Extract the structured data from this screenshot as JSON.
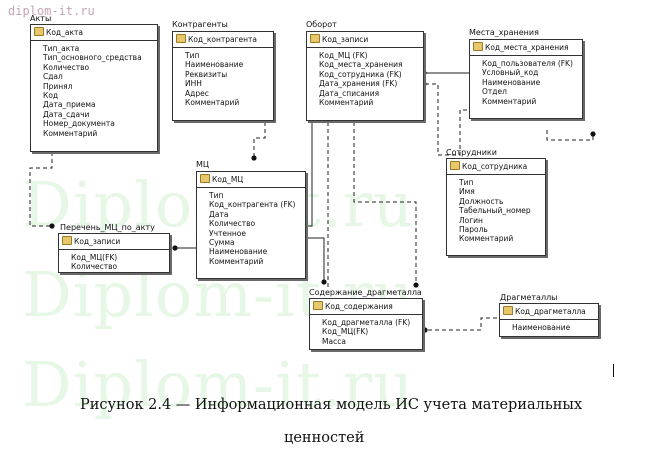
{
  "watermark": {
    "small": "diplom-it.ru",
    "big": [
      "Diplom-it.ru",
      "Diplom-it.ru",
      "Diplom-it.ru"
    ]
  },
  "entities": {
    "akty": {
      "title": "Акты",
      "pk": "Код_акта",
      "attrs": [
        "Тип_акта",
        "Тип_основного_средства",
        "Количество",
        "Сдал",
        "Принял",
        "Код",
        "Дата_приема",
        "Дата_сдачи",
        "Номер_документа",
        "Комментарий"
      ]
    },
    "kontragenty": {
      "title": "Контрагенты",
      "pk": "Код_контрагента",
      "attrs": [
        "Тип",
        "Наименование",
        "Реквизиты",
        "ИНН",
        "Адрес",
        "Комментарий"
      ]
    },
    "oborot": {
      "title": "Оборот",
      "pk": "Код_записи",
      "attrs": [
        "Код_МЦ (FK)",
        "Код_места_хранения",
        "Код_сотрудника (FK)",
        "Дата_хранения (FK)",
        "Дата_списания",
        "Комментарий"
      ]
    },
    "mesta": {
      "title": "Места_хранения",
      "pk": "Код_места_хранения",
      "attrs": [
        "Код_пользователя (FK)",
        "Условный_код",
        "Наименование",
        "Отдел",
        "Комментарий"
      ]
    },
    "mc": {
      "title": "МЦ",
      "pk": "Код_МЦ",
      "attrs": [
        "Тип",
        "Код_контрагента (FK)",
        "Дата",
        "Количество",
        "Учтенное",
        "Сумма",
        "Наименование",
        "Комментарий"
      ]
    },
    "sotrudniki": {
      "title": "Сотрудники",
      "pk": "Код_сотрудника",
      "attrs": [
        "Тип",
        "Имя",
        "Должность",
        "Табельный_номер",
        "Логин",
        "Пароль",
        "Комментарий"
      ]
    },
    "perechen": {
      "title": "Перечень_МЦ_по_акту",
      "pk": "Код_записи",
      "attrs": [
        "Код_МЦ(FK)",
        "Количество"
      ]
    },
    "soderzhanie": {
      "title": "Содержание_драгметалла",
      "pk": "Код_содержания",
      "attrs": [
        "Код_драгметалла (FK)",
        "Код_МЦ(FK)",
        "Масса"
      ]
    },
    "dragmetally": {
      "title": "Драгметаллы",
      "pk": "Код_драгметалла",
      "attrs": [
        "Наименование"
      ]
    }
  },
  "caption": {
    "line1": "Рисунок 2.4 — Информационная модель ИС учета материальных",
    "line2": "ценностей"
  }
}
